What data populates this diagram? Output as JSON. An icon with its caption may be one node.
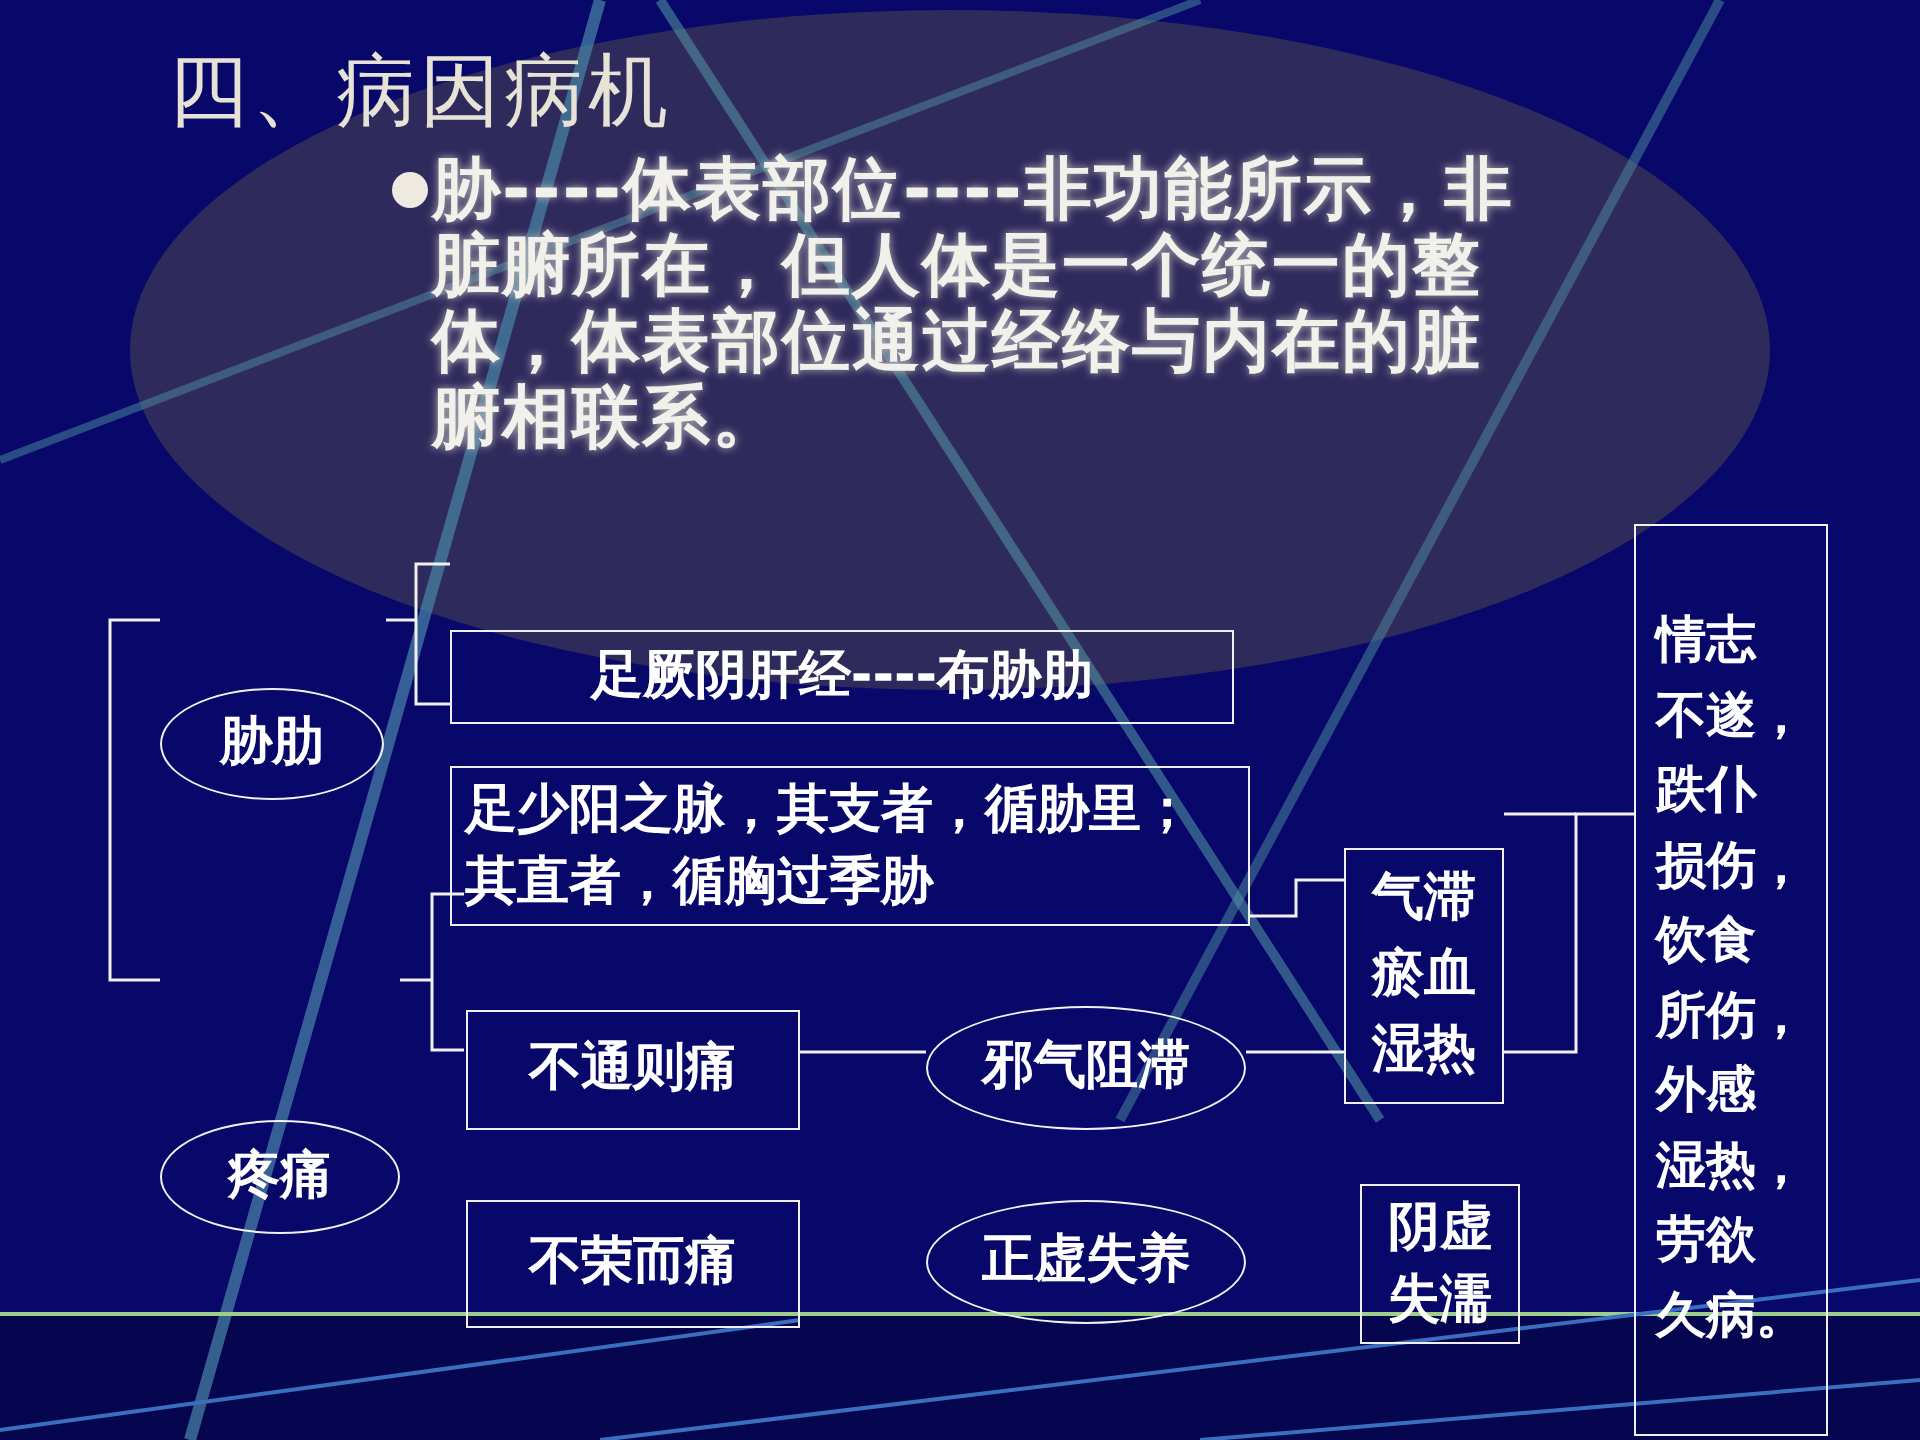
{
  "diagram": {
    "title": "四、病因病机",
    "nodes": [
      {
        "text": [
          "胁肋"
        ]
      },
      {
        "text": [
          "足厥阴肝经----布胁肋"
        ]
      },
      {
        "text": [
          "足少阳之脉，其支者，循胁里；其直者，循胸过季胁"
        ]
      },
      {
        "text": [
          "不通则痛"
        ]
      },
      {
        "text": [
          "邪气阻滞"
        ]
      },
      {
        "text": [
          "气滞瘀血湿热"
        ]
      },
      {
        "text": [
          "疼痛"
        ]
      },
      {
        "text": [
          "不荣而痛"
        ]
      },
      {
        "text": [
          "正虚失养"
        ]
      },
      {
        "text": [
          "阴虚失濡"
        ]
      },
      {
        "text": [
          "情志不遂，跌仆损伤，饮食所伤，外感湿热，劳欲久病。"
        ]
      }
    ],
    "edges": [
      {
        "from": 2,
        "to": 5,
        "arrow": "none"
      },
      {
        "from": 3,
        "to": 4,
        "arrow": "none"
      },
      {
        "from": 4,
        "to": 5,
        "arrow": "none"
      },
      {
        "from": 5,
        "to": 10,
        "arrow": "none"
      }
    ],
    "labels": [
      "胁----体表部位----非功能所示，非脏腑所在，但人体是一个统一的整体，体表部位通过经络与内在的脏腑相联系。"
    ]
  }
}
